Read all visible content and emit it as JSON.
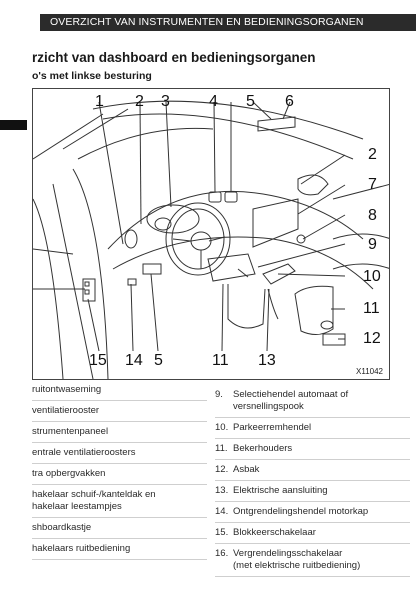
{
  "header": {
    "title": "OVERZICHT VAN INSTRUMENTEN EN BEDIENINGSORGANEN"
  },
  "page": {
    "title": "rzicht van dashboard en bedieningsorganen",
    "subtitle": "o's met linkse besturing"
  },
  "figure": {
    "code": "X11042",
    "callouts": [
      "1",
      "2",
      "3",
      "4",
      "5",
      "6",
      "2",
      "7",
      "8",
      "9",
      "10",
      "11",
      "12",
      "15",
      "14",
      "5",
      "11",
      "13"
    ]
  },
  "legend_left": [
    "ruitontwaseming",
    "ventilatierooster",
    "strumentenpaneel",
    "entrale ventilatieroosters",
    "tra opbergvakken",
    "hakelaar schuif-/kanteldak en\nhakelaar leestampjes",
    "shboardkastje",
    "hakelaars ruitbediening"
  ],
  "legend_right": [
    {
      "num": "9.",
      "text": "Selectiehendel automaat of\nversnellingspook"
    },
    {
      "num": "10.",
      "text": "Parkeerremhendel"
    },
    {
      "num": "11.",
      "text": "Bekerhouders"
    },
    {
      "num": "12.",
      "text": "Asbak"
    },
    {
      "num": "13.",
      "text": "Elektrische aansluiting"
    },
    {
      "num": "14.",
      "text": "Ontgrendelingshendel motorkap"
    },
    {
      "num": "15.",
      "text": "Blokkeerschakelaar"
    },
    {
      "num": "16.",
      "text": "Vergrendelingsschakelaar\n(met elektrische ruitbediening)"
    }
  ]
}
